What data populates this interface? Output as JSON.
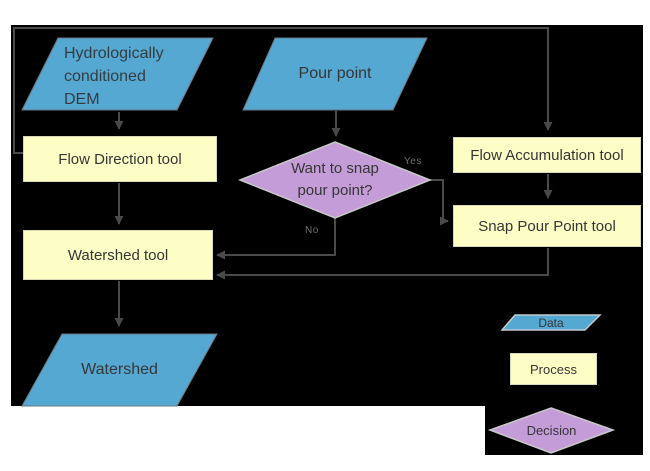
{
  "diagram": {
    "title_hint": "Watershed delineation flowchart",
    "nodes": {
      "dem": {
        "label": "Hydrologically\nconditioned\nDEM",
        "type": "data"
      },
      "pour_point": {
        "label": "Pour point",
        "type": "data"
      },
      "flow_direction": {
        "label": "Flow Direction tool",
        "type": "process"
      },
      "flow_accumulation": {
        "label": "Flow Accumulation tool",
        "type": "process"
      },
      "snap_pour_point": {
        "label": "Snap Pour Point tool",
        "type": "process"
      },
      "decision": {
        "label": "Want to snap\npour point?",
        "type": "decision"
      },
      "watershed_tool": {
        "label": "Watershed tool",
        "type": "process"
      },
      "watershed": {
        "label": "Watershed",
        "type": "data"
      }
    },
    "edge_labels": {
      "yes": "Yes",
      "no": "No"
    },
    "legend": {
      "data": "Data",
      "process": "Process",
      "decision": "Decision"
    },
    "colors": {
      "background": "#000000",
      "page": "#FFFFFF",
      "data_fill": "#54A8D2",
      "data_stroke": "#6a7680",
      "process_fill": "#FDFDC6",
      "process_stroke": "#d8d8b4",
      "decision_fill": "#C49CD8",
      "decision_stroke": "#c9c9c9",
      "legend_data_stroke": "#c2c9ce",
      "connector": "#4A4A4A",
      "label_text": "#363636"
    }
  }
}
